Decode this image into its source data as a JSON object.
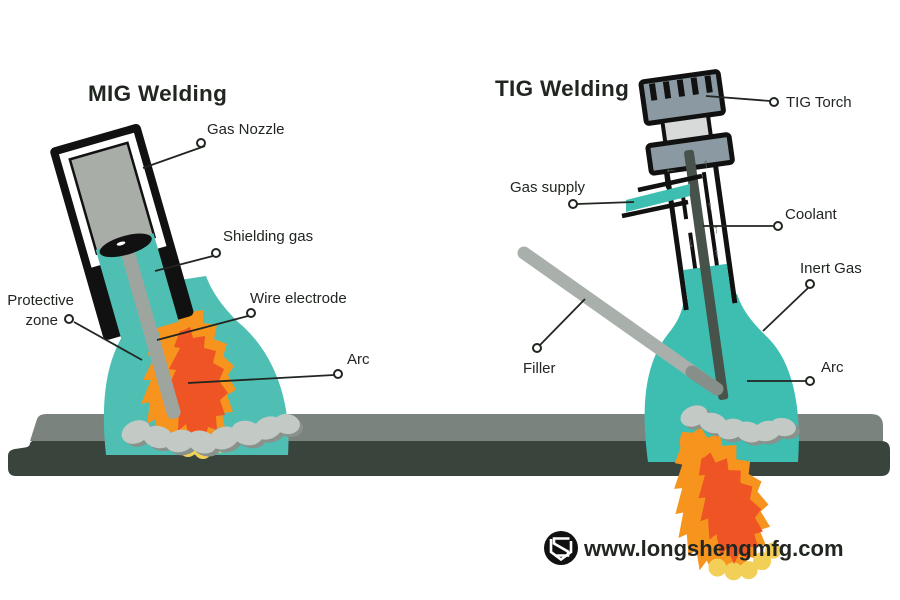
{
  "header": {
    "left_title": "MIG Welding",
    "right_title": "TIG Welding"
  },
  "mig": {
    "labels": {
      "gas_nozzle": "Gas Nozzle",
      "shielding_gas": "Shielding gas",
      "wire_electrode": "Wire electrode",
      "protective_line1": "Protective",
      "protective_line2": "zone",
      "arc": "Arc"
    }
  },
  "tig": {
    "labels": {
      "tig_torch": "TIG Torch",
      "gas_supply": "Gas supply",
      "coolant": "Coolant",
      "inert_gas": "Inert Gas",
      "filler": "Filler",
      "arc": "Arc"
    }
  },
  "footer": {
    "website": "www.longshengmfg.com"
  },
  "icons": {
    "logo": "longsheng-shield-monogram",
    "arrow_up": "↑",
    "arrow_left": "←",
    "arrow_down": "↓"
  },
  "colors": {
    "teal": "#4FBFB4",
    "teal_dark": "#3EBDB1",
    "flame_outer": "#F6941E",
    "flame_inner": "#EE5424",
    "flame_fringe": "#F2CF57",
    "metal_gray": "#8A99A2",
    "metal_light": "#D7DAD8",
    "liner_gray": "#A9ADA8",
    "wire_gray": "#9EA49E",
    "filler_gray": "#A9B0AB",
    "filler_tip": "#868F8A",
    "electrode_dark": "#47524A",
    "bead_light": "#C3C9C4",
    "bead_shadow": "#8A928D",
    "plate_top": "#7B837E",
    "plate_front": "#39443D",
    "outline": "#111111",
    "text": "#212621"
  }
}
